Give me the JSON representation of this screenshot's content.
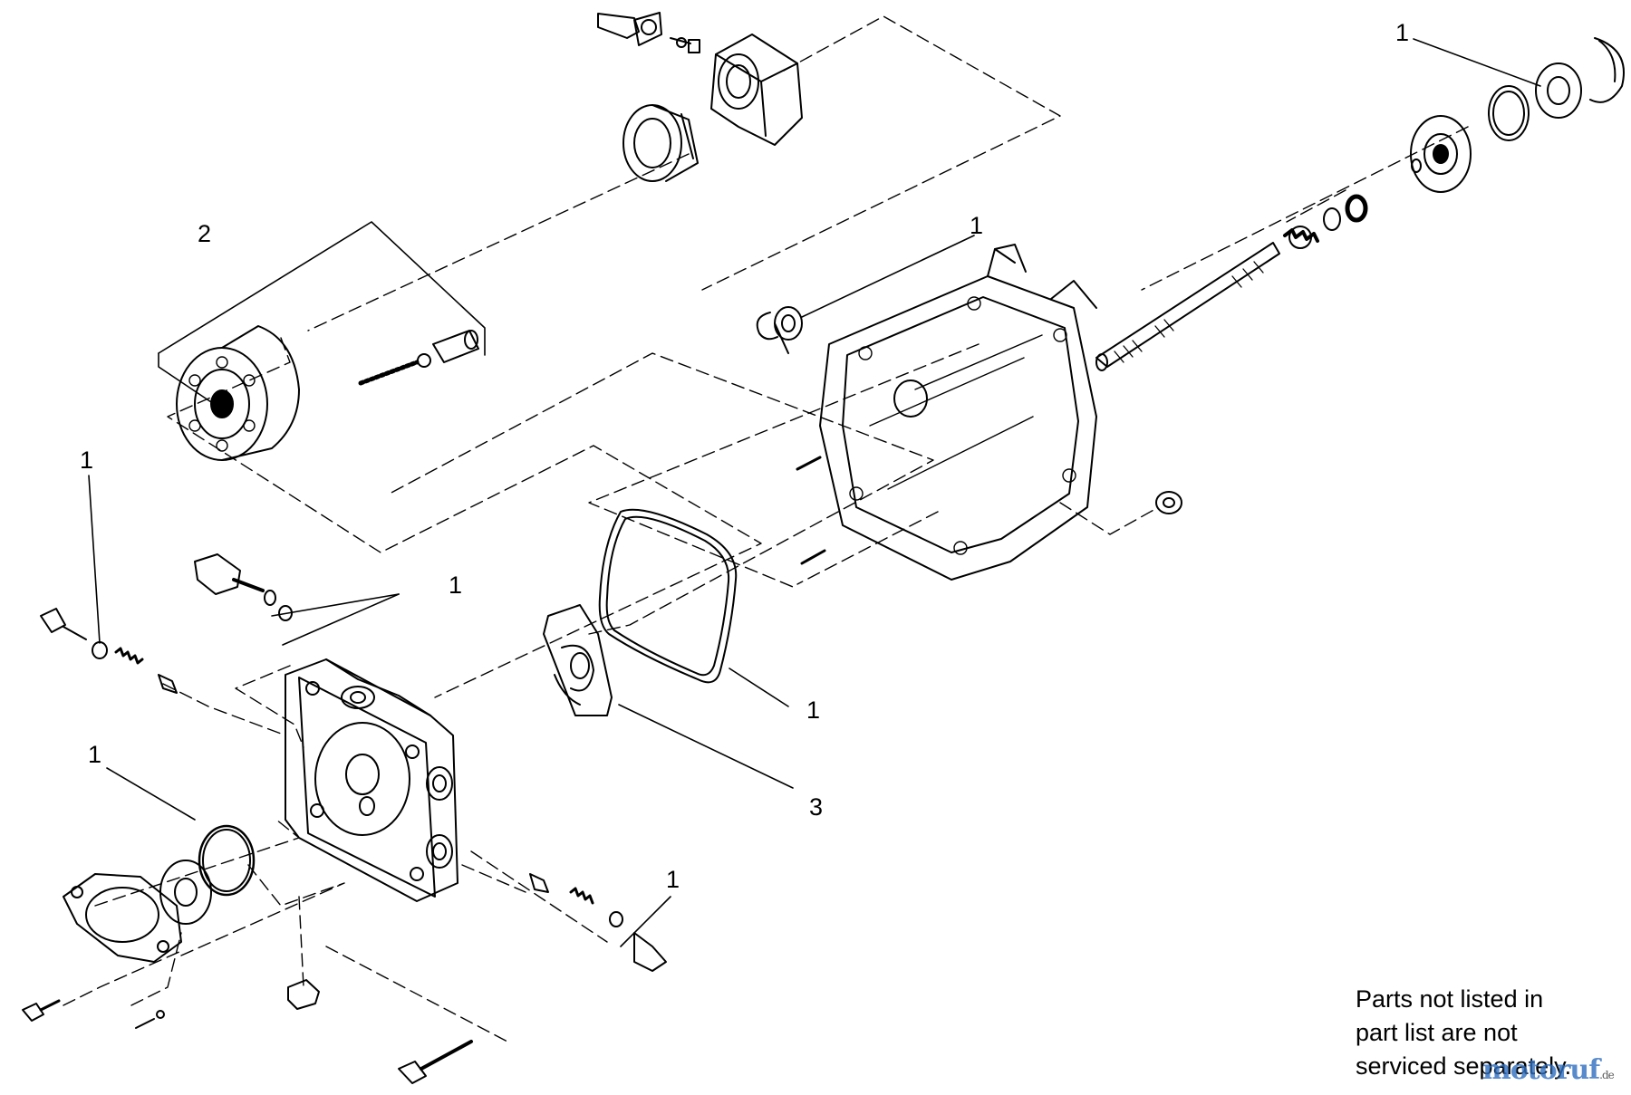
{
  "callouts": {
    "c1_top_right": "1",
    "c2": "2",
    "c1_shaft_seal": "1",
    "c1_left_top": "1",
    "c1_relief": "1",
    "c1_gasket": "1",
    "c3": "3",
    "c1_left_oring": "1",
    "c1_bottom": "1"
  },
  "note": {
    "line1": "Parts not listed in",
    "line2": "part list are not",
    "line3": "serviced separately."
  },
  "watermark": {
    "text": "motoruf",
    "suffix": ".de",
    "color": "#2f6fc0"
  }
}
